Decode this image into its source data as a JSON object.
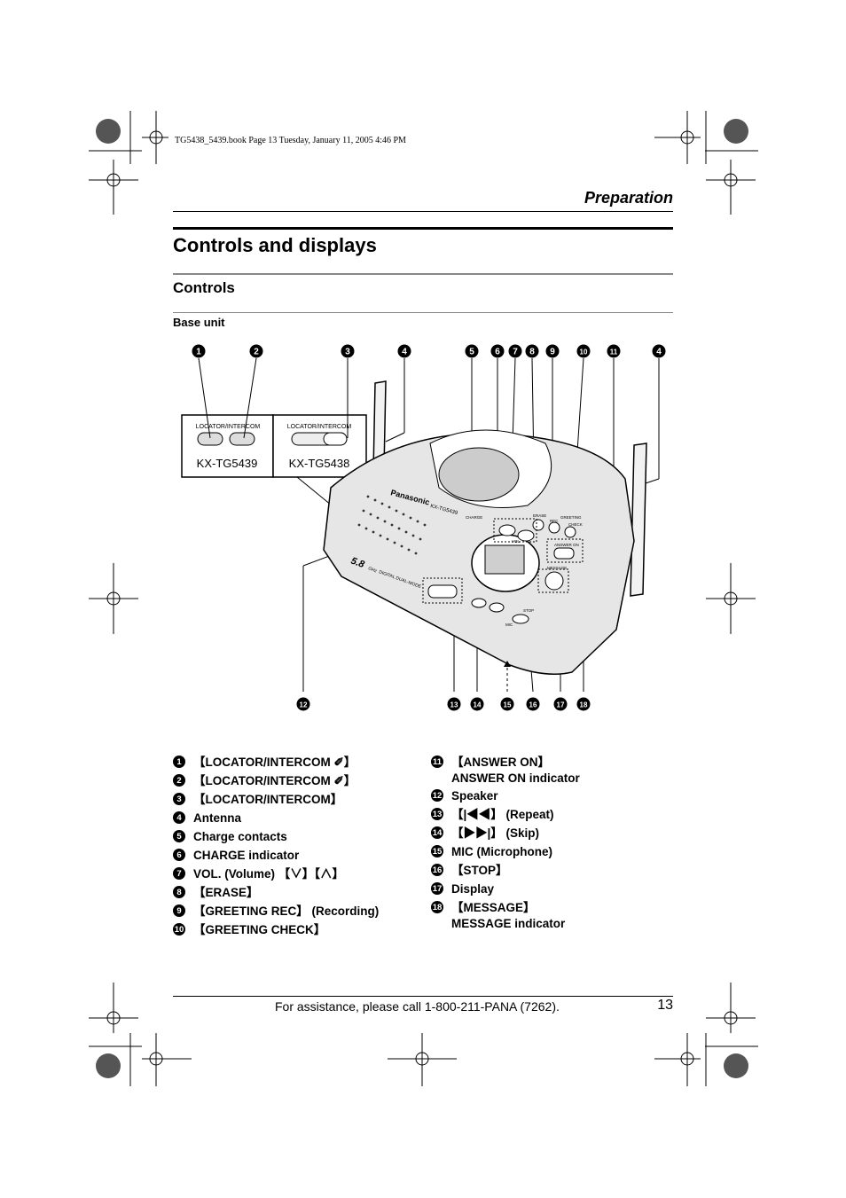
{
  "print_header": "TG5438_5439.book  Page 13  Tuesday, January 11, 2005  4:46 PM",
  "section": "Preparation",
  "title": "Controls and displays",
  "subtitle": "Controls",
  "subsubtitle": "Base unit",
  "figure": {
    "callouts_top": [
      "1",
      "2",
      "3",
      "4",
      "5",
      "6",
      "7",
      "8",
      "9",
      "10",
      "11",
      "4"
    ],
    "callouts_bottom": [
      "12",
      "13",
      "14",
      "15",
      "16",
      "17",
      "18"
    ],
    "inset_model_left": "KX-TG5439",
    "inset_model_right": "KX-TG5438",
    "inset_label": "LOCATOR/INTERCOM",
    "device_brand": "Panasonic",
    "device_model": "KX-TG5439",
    "device_band": "5.8",
    "device_ghz": "GHz",
    "device_digital": "DIGITAL DUAL-MODE",
    "device_labels": {
      "charge": "CHARGE",
      "vol": "VOL",
      "erase": "ERASE",
      "greeting": "GREETING",
      "check": "CHECK",
      "rec": "REC",
      "answer_on": "ANSWER ON",
      "message": "MESSAGE",
      "stop": "STOP",
      "mic": "MIC"
    }
  },
  "legend_left": [
    {
      "num": "1",
      "text": "【LOCATOR/INTERCOM ✐】"
    },
    {
      "num": "2",
      "text": "【LOCATOR/INTERCOM ✐】"
    },
    {
      "num": "3",
      "text": "【LOCATOR/INTERCOM】"
    },
    {
      "num": "4",
      "text": "Antenna"
    },
    {
      "num": "5",
      "text": "Charge contacts"
    },
    {
      "num": "6",
      "text": "CHARGE indicator"
    },
    {
      "num": "7",
      "text": "VOL. (Volume) 【∨】【∧】"
    },
    {
      "num": "8",
      "text": "【ERASE】"
    },
    {
      "num": "9",
      "text": "【GREETING REC】 (Recording)"
    },
    {
      "num": "10",
      "text": "【GREETING CHECK】"
    }
  ],
  "legend_right": [
    {
      "num": "11",
      "text": "【ANSWER ON】",
      "text2": "ANSWER ON indicator"
    },
    {
      "num": "12",
      "text": "Speaker"
    },
    {
      "num": "13",
      "text": "【|◀◀】 (Repeat)"
    },
    {
      "num": "14",
      "text": "【▶▶|】 (Skip)"
    },
    {
      "num": "15",
      "text": "MIC (Microphone)"
    },
    {
      "num": "16",
      "text": "【STOP】"
    },
    {
      "num": "17",
      "text": "Display"
    },
    {
      "num": "18",
      "text": "【MESSAGE】",
      "text2": "MESSAGE indicator"
    }
  ],
  "footer": "For assistance, please call 1-800-211-PANA (7262).",
  "page_number": "13"
}
